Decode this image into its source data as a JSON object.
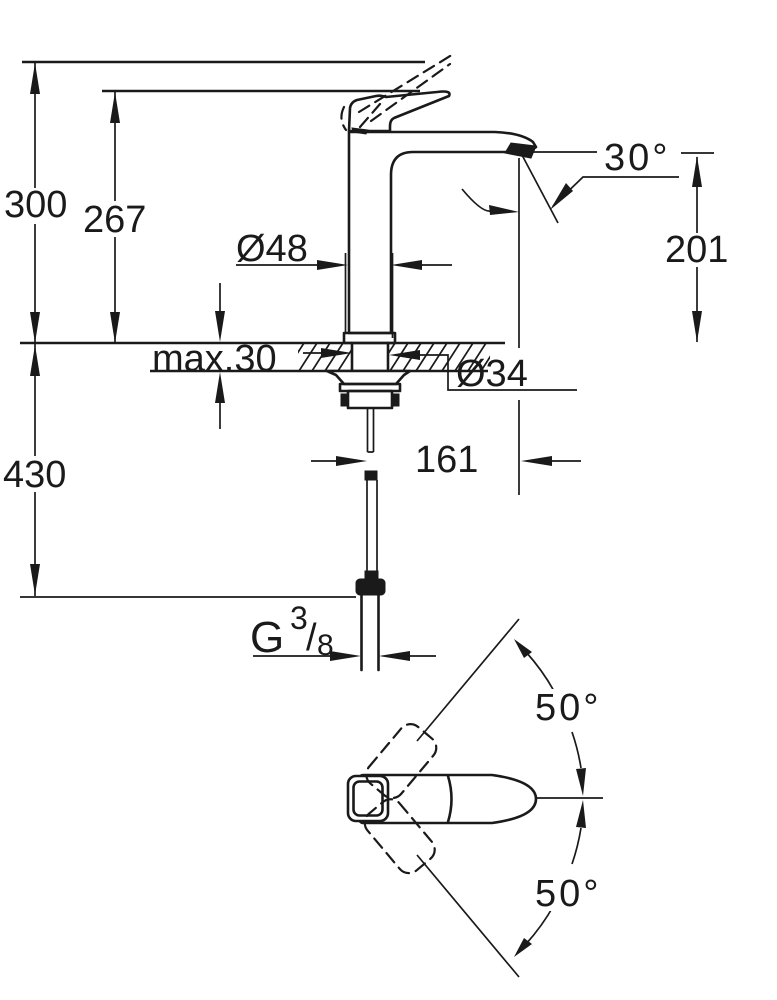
{
  "colors": {
    "ink": "#1a1a1a",
    "background": "#ffffff"
  },
  "labels": {
    "overall_height": "300",
    "height_to_lever": "267",
    "body_diameter": "Ø48",
    "spout_angle": "30°",
    "spout_outlet_height": "201",
    "max_deck_thickness": "max.30",
    "hole_diameter": "Ø34",
    "supply_length": "430",
    "spout_reach": "161",
    "thread_letter": "G",
    "thread_numerator": "3",
    "thread_slash": "/",
    "thread_denominator": "8",
    "handle_swivel_up": "50°",
    "handle_swivel_down": "50°"
  }
}
